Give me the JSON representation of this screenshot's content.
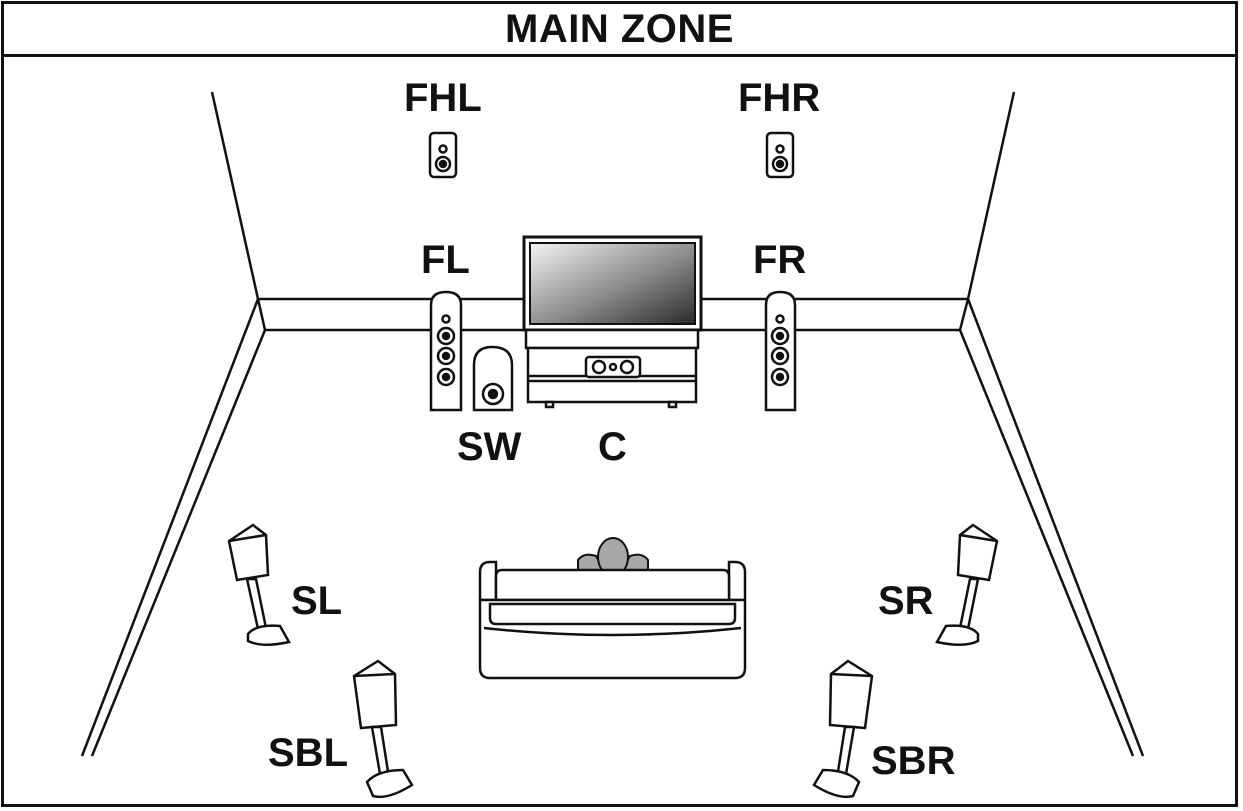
{
  "title": "MAIN ZONE",
  "colors": {
    "line": "#111111",
    "background": "#ffffff",
    "person": "#a8a8a8"
  },
  "speakers": {
    "fhl": "FHL",
    "fhr": "FHR",
    "fl": "FL",
    "fr": "FR",
    "sw": "SW",
    "c": "C",
    "sl": "SL",
    "sr": "SR",
    "sbl": "SBL",
    "sbr": "SBR"
  },
  "icons": [
    "room-outline",
    "tv-icon",
    "tv-stand",
    "center-speaker-icon",
    "subwoofer-icon",
    "tower-speaker-icon",
    "bookshelf-speaker-icon",
    "stand-speaker-icon",
    "sofa-icon",
    "listener-icon"
  ]
}
